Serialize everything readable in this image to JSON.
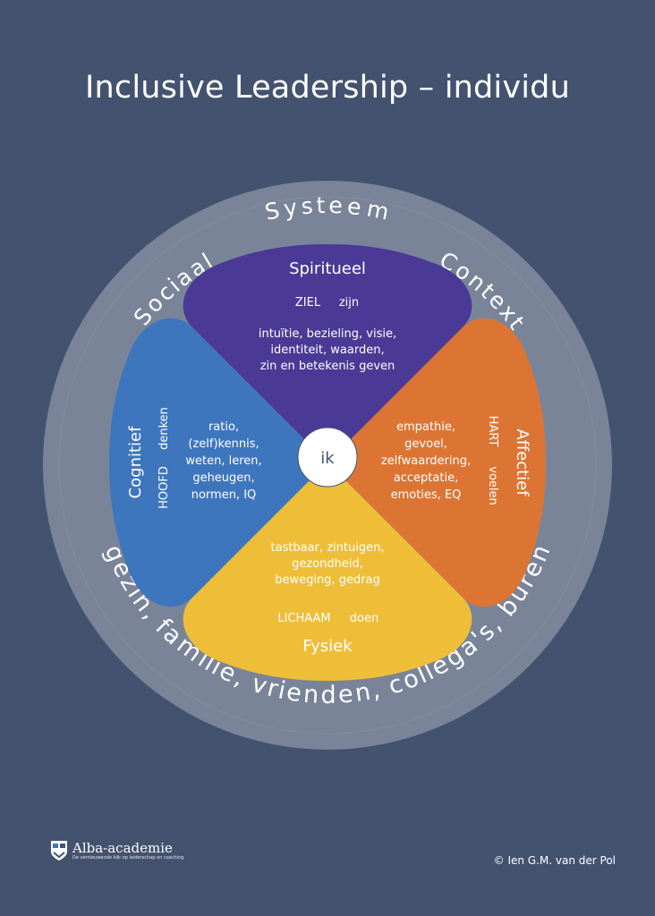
{
  "title": "Inclusive Leadership – individu",
  "ring": {
    "top": "Systeem",
    "left": "Sociaal",
    "right": "Context",
    "bottom": "gezin, familie, vrienden, collega's, buren"
  },
  "center": "ik",
  "quadrants": {
    "spiritual": {
      "heading": "Spiritueel",
      "key": "ZIEL",
      "verb": "zijn",
      "lines": [
        "intuïtie, bezieling, visie,",
        "identiteit, waarden,",
        "zin en betekenis geven"
      ],
      "color": "#4a3a96"
    },
    "affective": {
      "heading": "Affectief",
      "key": "HART",
      "verb": "voelen",
      "lines": [
        "empathie,",
        "gevoel,",
        "zelfwaardering,",
        "acceptatie,",
        "emoties, EQ"
      ],
      "color": "#dc7534"
    },
    "physical": {
      "heading": "Fysiek",
      "key": "LICHAAM",
      "verb": "doen",
      "lines": [
        "tastbaar, zintuigen,",
        "gezondheid,",
        "beweging, gedrag"
      ],
      "color": "#efbe38"
    },
    "cognitive": {
      "heading": "Cognitief",
      "key": "HOOFD",
      "verb": "denken",
      "lines": [
        "ratio,",
        "(zelf)kennis,",
        "weten, leren,",
        "geheugen,",
        "normen, IQ"
      ],
      "color": "#3e76bd"
    }
  },
  "colors": {
    "background": "#43536f",
    "ring": "#7a8499"
  },
  "footer": {
    "logo_name": "Alba-academie",
    "logo_tagline": "De vernieuwende kijk op leiderschap en coaching",
    "copyright": "© Ien G.M. van der Pol"
  }
}
